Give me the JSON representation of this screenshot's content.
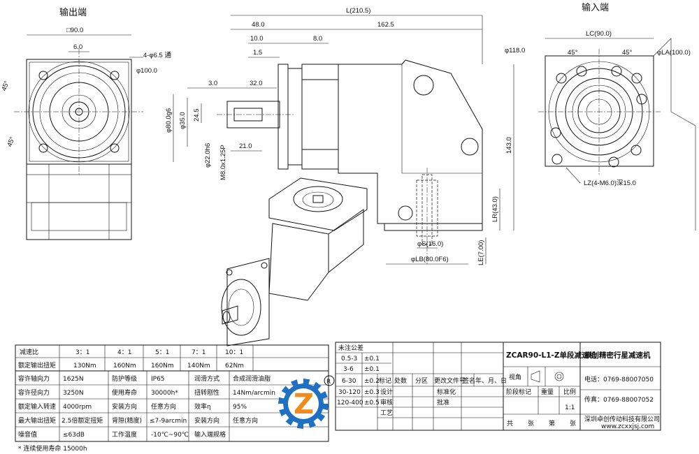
{
  "views": {
    "output_side_title": "输出端",
    "input_side_title": "输入端"
  },
  "dimensions": {
    "out_square": "□90.0",
    "out_key": "6.0",
    "out_holes": "4-φ6.5 通",
    "out_pcd": "φ100.0",
    "angle_45a": "45°",
    "angle_45b": "45°",
    "L": "L(210.5)",
    "d48": "48.0",
    "d1625": "162.5",
    "d10": "10.0",
    "d8": "8.0",
    "d15": "1.5",
    "d3": "3.0",
    "d32": "32.0",
    "d21": "21.0",
    "pilot": "φ80.0g6",
    "boss": "φ35.0",
    "d245": "24.5",
    "shaft": "φ22.0h6",
    "tap": "M8.0x1.25P",
    "d143": "143.0",
    "LR": "LR(43.0)",
    "LE": "LE(7.00)",
    "S": "φS(16.0)",
    "LB": "φLB(80.0F6)",
    "LC": "LC(90.0)",
    "in_118": "φ118.0",
    "LA": "φLA(100.0)",
    "in_angle_a": "45°",
    "in_angle_b": "45°",
    "LZ": "LZ(4-M6.0)深15.0"
  },
  "spec_table": {
    "ratio_label": "减速比",
    "ratios": [
      "3：1",
      "4：1",
      "5：1",
      "7：1",
      "10：1"
    ],
    "torque_label": "额定输出扭矩",
    "torques": [
      "130Nm",
      "160Nm",
      "160Nm",
      "140Nm",
      "62Nm"
    ],
    "rows": [
      [
        "容许轴向力",
        "1625N",
        "防护等级",
        "IP65",
        "润滑方式",
        "合成润滑油脂"
      ],
      [
        "容许径向力",
        "3250N",
        "使用寿命",
        "30000h*",
        "扭转刚性",
        "14Nm/arcmin"
      ],
      [
        "额定输入转速",
        "4000rpm",
        "安装方向",
        "任意方向",
        "效率η",
        "95%"
      ],
      [
        "最大输出扭矩",
        "2.5倍额定扭矩",
        "背隙(精度)",
        "≤7-9arcmin",
        "安装方向",
        "任意方向"
      ],
      [
        "噪音值",
        "≤63dB",
        "工作温度",
        "-10℃~90℃",
        "输入端规格",
        ""
      ]
    ],
    "footnote": "* 连续使用寿命 15000h"
  },
  "tolerance": {
    "title": "未注公差",
    "rows": [
      [
        "0.5-3",
        "±0.1"
      ],
      [
        "3-6",
        "±0.1"
      ],
      [
        "6-30",
        "±0.2"
      ],
      [
        "30-120",
        "±0.3"
      ],
      [
        "120-400",
        "±0.5"
      ]
    ]
  },
  "revision": {
    "headers": [
      "标记",
      "处数",
      "分区",
      "更改文件号",
      "签名",
      "年、月、日"
    ],
    "roles": [
      "设计",
      "标准化",
      "审核",
      "批准",
      "工艺"
    ]
  },
  "title_block": {
    "model": "ZCAR90-L1-Z单段减速机",
    "company": "卓创精密行星减速机",
    "view_label": "视角",
    "stage_label": "阶段标记",
    "weight_label": "重量",
    "scale_label": "比例",
    "scale": "1:1",
    "sheet_total": "共",
    "sheet_label": "张",
    "sheet_no": "第",
    "sheet_end": "张",
    "phone": "电话：0769-88007050",
    "fax": "传真：0769-88007052",
    "company_full": "深圳卓创传动科技有限公司",
    "web": "www.zcxxjsj.com"
  },
  "logo": {
    "letter": "Z",
    "registered": "R",
    "colors": {
      "gear": "#1f6fc2",
      "z": "#f08c1e"
    }
  }
}
